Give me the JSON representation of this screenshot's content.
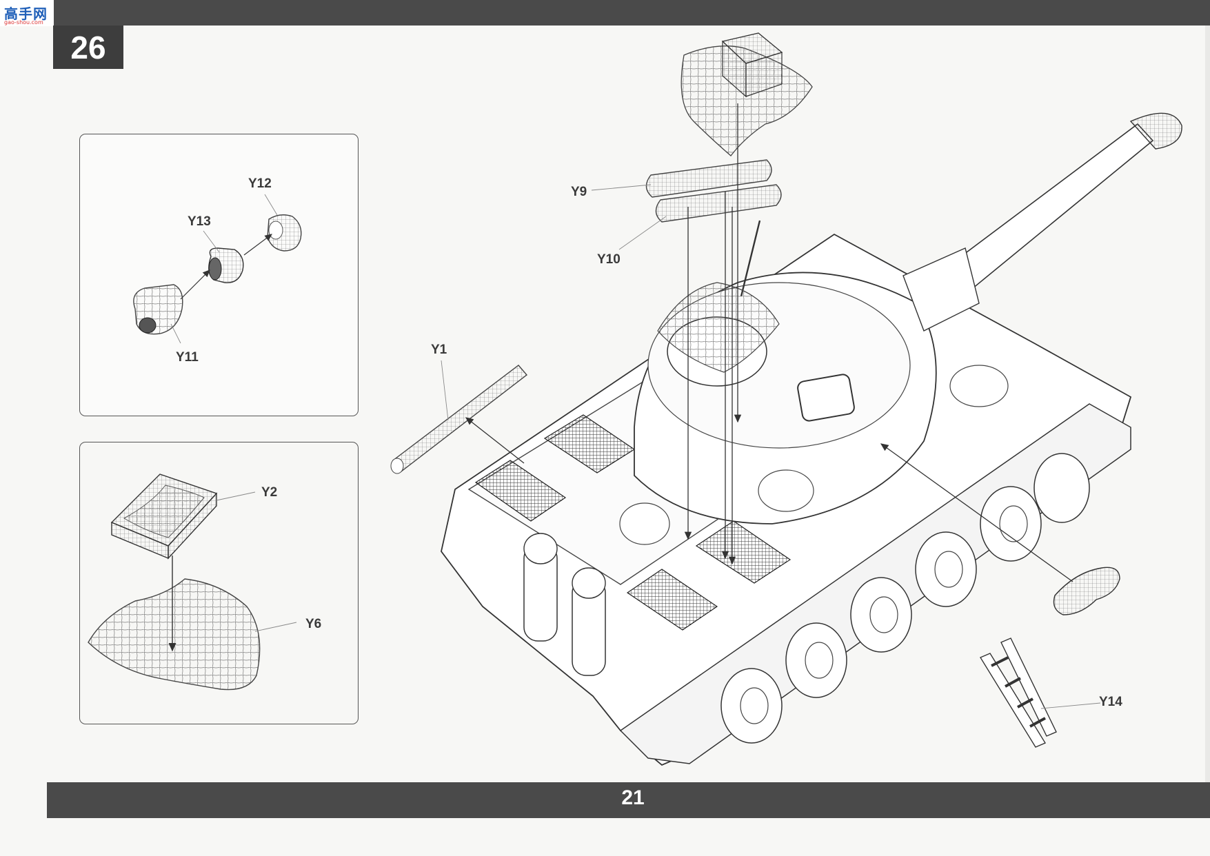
{
  "header": {
    "step_number": "26",
    "logo_text": "高手网",
    "logo_sub": "gao-shou.com"
  },
  "footer": {
    "page_number": "21"
  },
  "inset_1": {
    "labels": {
      "y11": "Y11",
      "y12": "Y12",
      "y13": "Y13"
    }
  },
  "inset_2": {
    "labels": {
      "y2": "Y2",
      "y6": "Y6"
    }
  },
  "main": {
    "labels": {
      "y1": "Y1",
      "y9": "Y9",
      "y10": "Y10",
      "y14": "Y14"
    }
  },
  "colors": {
    "bar": "#4a4a4a",
    "badge": "#3d3d3d",
    "line": "#555555",
    "page": "#f7f7f5"
  }
}
